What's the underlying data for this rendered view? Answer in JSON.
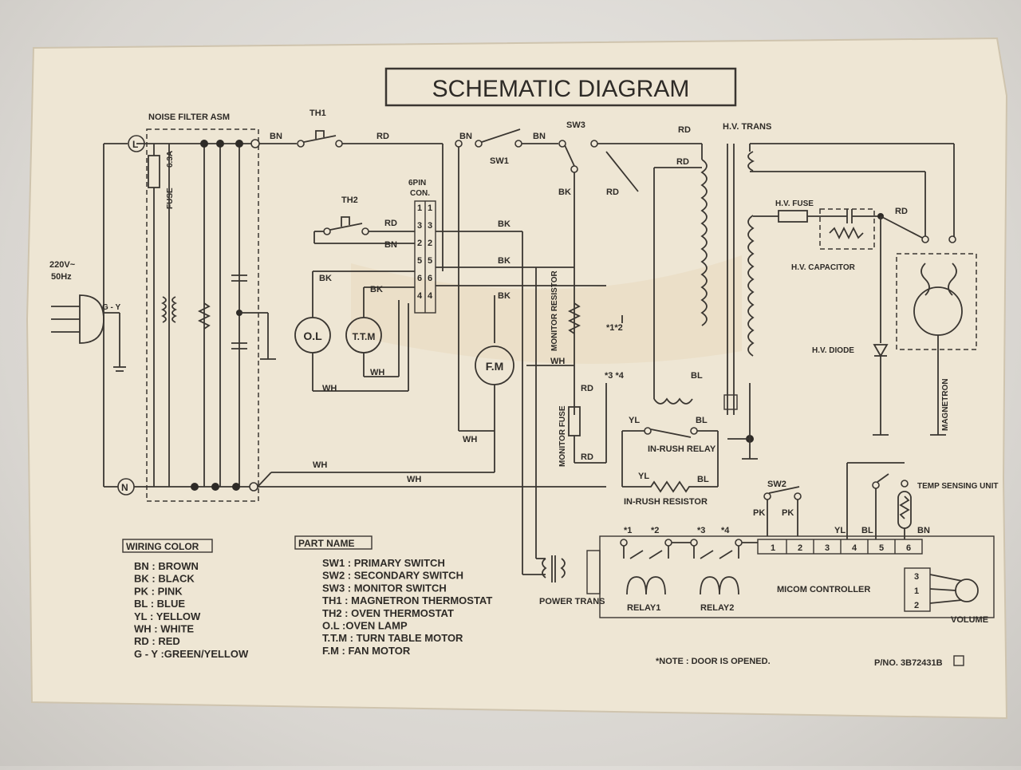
{
  "title": "SCHEMATIC DIAGRAM",
  "labels": {
    "noise_filter": "NOISE FILTER ASM",
    "fuse": "FUSE",
    "fuse_rating": "6.3A",
    "supply": "220V~",
    "freq": "50Hz",
    "gy": "G - Y",
    "L": "L",
    "N": "N",
    "th1": "TH1",
    "th2": "TH2",
    "sw1": "SW1",
    "sw2": "SW2",
    "sw3": "SW3",
    "pin6": "6PIN",
    "con": "CON.",
    "ol": "O.L",
    "ttm": "T.T.M",
    "fm": "F.M",
    "monitor_resistor": "MONITOR RESISTOR",
    "monitor_fuse": "MONITOR FUSE",
    "inrush_relay": "IN-RUSH RELAY",
    "inrush_resistor": "IN-RUSH RESISTOR",
    "hv_trans": "H.V. TRANS",
    "hv_fuse": "H.V. FUSE",
    "hv_cap": "H.V. CAPACITOR",
    "hv_diode": "H.V. DIODE",
    "magnetron": "MAGNETRON",
    "temp_sensing": "TEMP SENSING UNIT",
    "power_trans": "POWER TRANS",
    "relay1": "RELAY1",
    "relay2": "RELAY2",
    "micom": "MICOM CONTROLLER",
    "volume": "VOLUME",
    "note": "*NOTE : DOOR IS OPENED.",
    "pno": "P/NO. 3B72431B"
  },
  "marks": {
    "s1": "*1",
    "s2": "*2",
    "s3": "*3",
    "s4": "*4",
    "s12": "*1*2",
    "s34": "*3 *4"
  },
  "wires": {
    "BN": "BN",
    "BK": "BK",
    "RD": "RD",
    "WH": "WH",
    "BL": "BL",
    "YL": "YL",
    "PK": "PK"
  },
  "pins": [
    "1",
    "2",
    "3",
    "4",
    "5",
    "6"
  ],
  "micom_pins": [
    "3",
    "1",
    "2"
  ],
  "wiring_color": {
    "heading": "WIRING COLOR",
    "items": [
      "BN : BROWN",
      "BK : BLACK",
      "PK : PINK",
      "BL : BLUE",
      "YL : YELLOW",
      "WH : WHITE",
      "RD : RED",
      "G - Y :GREEN/YELLOW"
    ]
  },
  "part_name": {
    "heading": "PART NAME",
    "items": [
      "SW1 : PRIMARY SWITCH",
      "SW2 : SECONDARY SWITCH",
      "SW3 : MONITOR SWITCH",
      "TH1 : MAGNETRON THERMOSTAT",
      "TH2 : OVEN THERMOSTAT",
      "O.L :OVEN LAMP",
      "T.T.M : TURN TABLE MOTOR",
      "F.M : FAN MOTOR"
    ]
  }
}
